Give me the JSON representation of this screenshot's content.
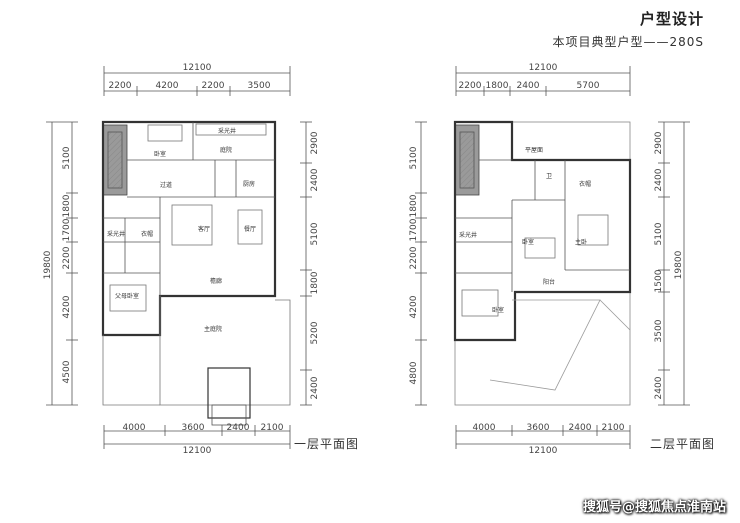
{
  "header": {
    "title": "户型设计",
    "subtitle": "本项目典型户型——280S"
  },
  "plan1": {
    "label": "一层平面图",
    "top_total": "12100",
    "top_segments": [
      "2200",
      "4200",
      "2200",
      "3500"
    ],
    "left_total": "19800",
    "left_segments": [
      "5100",
      "1800",
      "1700",
      "2200",
      "4200",
      "4500"
    ],
    "right_segments": [
      "2900",
      "2400",
      "5100",
      "1800",
      "5200",
      "2400"
    ],
    "bottom_segments": [
      "4000",
      "3600",
      "2400",
      "2100"
    ],
    "bottom_total": "12100",
    "rooms": {
      "bedroom": "卧室",
      "skylight_top": "采光井",
      "courtyard": "庭院",
      "corridor": "过道",
      "kitchen": "厨房",
      "living": "客厅",
      "dining": "餐厅",
      "storage": "衣帽",
      "skylight_left": "采光井",
      "parents_bedroom": "父母卧室",
      "terrace": "檐廊",
      "main_courtyard": "主庭院"
    }
  },
  "plan2": {
    "label": "二层平面图",
    "top_total": "12100",
    "top_segments": [
      "2200",
      "1800",
      "2400",
      "5700"
    ],
    "left_segments": [
      "5100",
      "1800",
      "1700",
      "2200",
      "4200",
      "4800"
    ],
    "right_total": "19800",
    "right_segments": [
      "2900",
      "2400",
      "5100",
      "1500",
      "3500",
      "2400"
    ],
    "bottom_segments": [
      "4000",
      "3600",
      "2400",
      "2100"
    ],
    "bottom_total": "12100",
    "rooms": {
      "platform": "平屋面",
      "bath": "卫",
      "storage": "衣帽",
      "bedroom_a": "卧室",
      "master": "主卧",
      "skylight": "采光井",
      "balcony": "阳台",
      "bedroom_b": "卧室"
    }
  },
  "watermark": "搜狐号@搜狐焦点淮南站"
}
